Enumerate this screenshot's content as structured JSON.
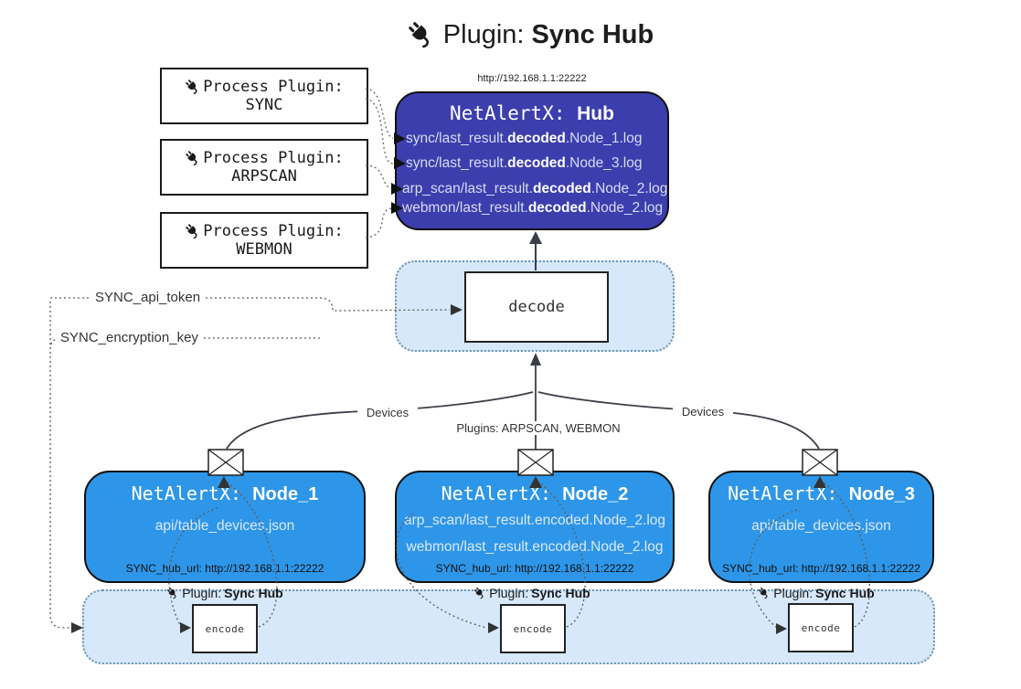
{
  "title": {
    "pre": "Plugin: ",
    "bold": "Sync Hub"
  },
  "process_plugins": [
    {
      "line1": "Process Plugin:",
      "name": "SYNC"
    },
    {
      "line1": "Process Plugin:",
      "name": "ARPSCAN"
    },
    {
      "line1": "Process Plugin:",
      "name": "WEBMON"
    }
  ],
  "hub": {
    "url_above": "http://192.168.1.1:22222",
    "title_pre": "NetAlertX: ",
    "title_bold": "Hub",
    "logs": [
      {
        "pre": "sync/last_result.",
        "bold": "decoded",
        "post": ".Node_1.log"
      },
      {
        "pre": "sync/last_result.",
        "bold": "decoded",
        "post": ".Node_3.log"
      },
      {
        "pre": "arp_scan/last_result.",
        "bold": "decoded",
        "post": ".Node_2.log"
      },
      {
        "pre": "webmon/last_result.",
        "bold": "decoded",
        "post": ".Node_2.log"
      }
    ]
  },
  "decode": {
    "label": "decode"
  },
  "config_labels": {
    "api_token": "SYNC_api_token",
    "encryption_key": "SYNC_encryption_key"
  },
  "edges": {
    "devices_left": "Devices",
    "devices_right": "Devices",
    "plugins_middle": "Plugins: ARPSCAN, WEBMON"
  },
  "nodes": [
    {
      "title_pre": "NetAlertX: ",
      "title_bold": "Node_1",
      "lines": [
        "api/table_devices.json"
      ],
      "hub_url": "SYNC_hub_url: http://192.168.1.1:22222"
    },
    {
      "title_pre": "NetAlertX: ",
      "title_bold": "Node_2",
      "lines": [
        "arp_scan/last_result.encoded.Node_2.log",
        "webmon/last_result.encoded.Node_2.log"
      ],
      "hub_url": "SYNC_hub_url: http://192.168.1.1:22222"
    },
    {
      "title_pre": "NetAlertX: ",
      "title_bold": "Node_3",
      "lines": [
        "api/table_devices.json"
      ],
      "hub_url": "SYNC_hub_url: http://192.168.1.1:22222"
    }
  ],
  "encode": {
    "label": "encode",
    "plugin_pre": "Plugin: ",
    "plugin_bold": "Sync Hub"
  },
  "colors": {
    "hub_bg": "#3c3ead",
    "node_bg": "#2e96e8",
    "panel_bg": "#d6e8f9",
    "panel_border": "#6e94b0",
    "solid_line": "#3a3f47",
    "dotted_line": "#5a5a5a"
  }
}
